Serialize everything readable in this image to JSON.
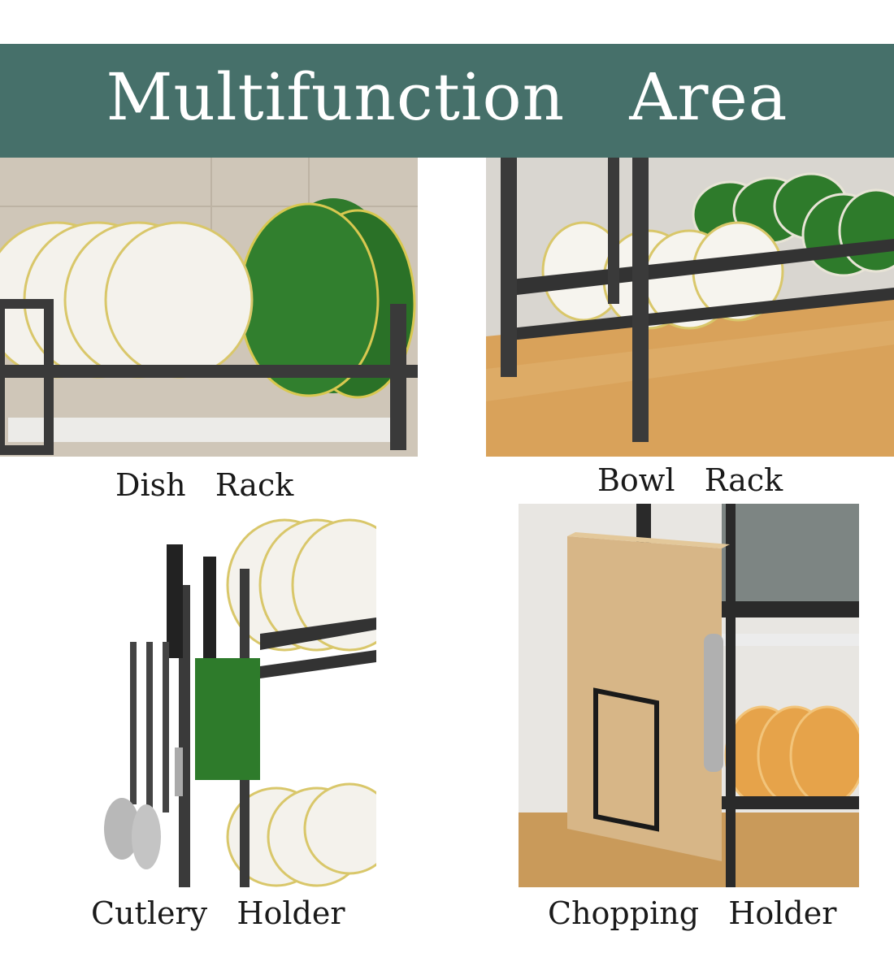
{
  "banner": {
    "title": "Multifunction   Area",
    "color": "#46706a"
  },
  "panels": [
    {
      "caption": "Dish   Rack"
    },
    {
      "caption": "Bowl   Rack"
    },
    {
      "caption": "Cutlery   Holder"
    },
    {
      "caption": "Chopping   Holder"
    }
  ]
}
